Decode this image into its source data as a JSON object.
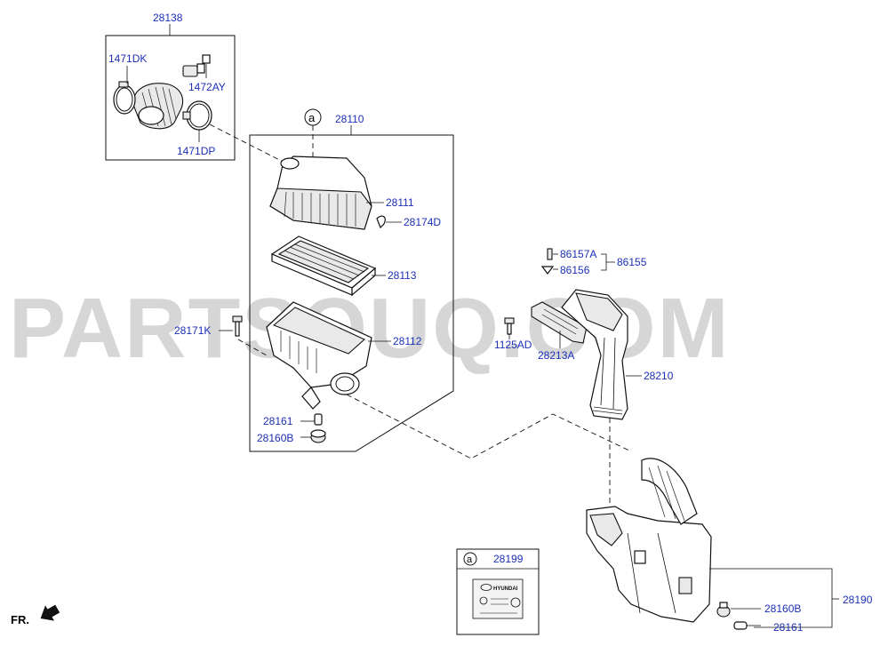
{
  "watermark": "PARTSOUQ.COM",
  "callout_letter": "a",
  "orientation_label": "FR.",
  "part_labels": {
    "p28138": "28138",
    "p1471DK": "1471DK",
    "p1472AY": "1472AY",
    "p1471DP": "1471DP",
    "p28110": "28110",
    "p28111": "28111",
    "p28174D": "28174D",
    "p28113": "28113",
    "p28171K": "28171K",
    "p28112": "28112",
    "p28161_top": "28161",
    "p28160B_top": "28160B",
    "p86157A": "86157A",
    "p86156": "86156",
    "p86155": "86155",
    "p1125AD": "1125AD",
    "p28213A": "28213A",
    "p28210": "28210",
    "p28199": "28199",
    "p28160B_bot": "28160B",
    "p28161_bot": "28161",
    "p28190": "28190"
  },
  "label_sticker": {
    "brand": "HYUNDAI"
  }
}
